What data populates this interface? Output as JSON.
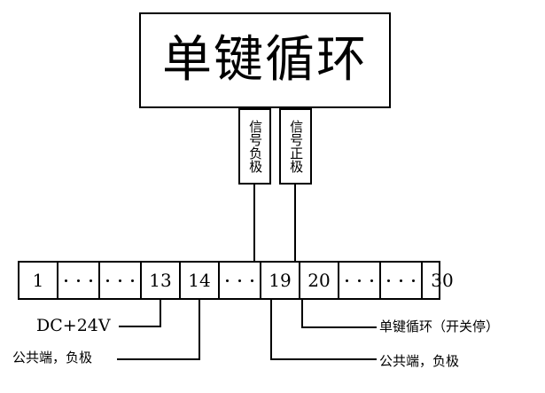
{
  "diagram": {
    "title": "单键循环",
    "signal_boxes": [
      {
        "name": "signal-negative",
        "label": "信号负极"
      },
      {
        "name": "signal-positive",
        "label": "信号正极"
      }
    ],
    "terminal_strip": {
      "cells": [
        {
          "type": "number",
          "value": "1"
        },
        {
          "type": "dots",
          "value": ""
        },
        {
          "type": "dots",
          "value": ""
        },
        {
          "type": "number",
          "value": "13"
        },
        {
          "type": "number",
          "value": "14"
        },
        {
          "type": "dots",
          "value": ""
        },
        {
          "type": "number",
          "value": "19"
        },
        {
          "type": "number",
          "value": "20"
        },
        {
          "type": "dots",
          "value": ""
        },
        {
          "type": "dots",
          "value": ""
        },
        {
          "type": "number",
          "value": "30"
        }
      ]
    },
    "annotations": {
      "dc24v": "DC+24V",
      "common_negative_left": "公共端，负极",
      "single_key_cycle": "单键循环（开关停）",
      "common_negative_right": "公共端，负极"
    },
    "colors": {
      "stroke": "#000000",
      "background": "#ffffff"
    }
  }
}
